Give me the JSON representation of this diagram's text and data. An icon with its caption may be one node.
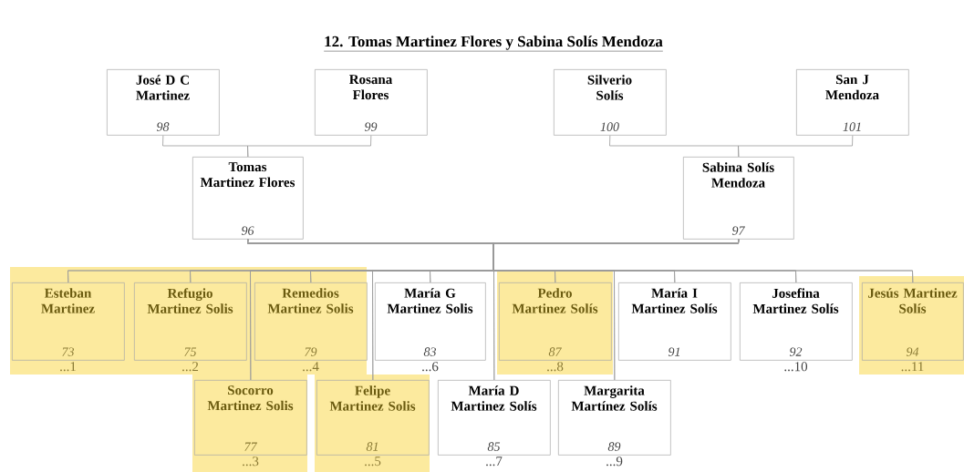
{
  "diagram": {
    "title": "12. Tomas Martinez Flores y Sabina Solís Mendoza",
    "nodes": [
      {
        "text": [
          "José D C Martinez",
          "98"
        ]
      },
      {
        "text": [
          "Rosana Flores",
          "99"
        ]
      },
      {
        "text": [
          "Silverio Solís",
          "100"
        ]
      },
      {
        "text": [
          "San J Mendoza",
          "101"
        ]
      },
      {
        "text": [
          "Tomas Martinez Flores",
          "96"
        ]
      },
      {
        "text": [
          "Sabina Solís Mendoza",
          "97"
        ]
      },
      {
        "text": [
          "Esteban Martinez",
          "73"
        ],
        "beside": [
          "...1"
        ]
      },
      {
        "text": [
          "Refugio Martinez Solis",
          "75"
        ],
        "beside": [
          "...2"
        ]
      },
      {
        "text": [
          "Remedios Martinez Solis",
          "79"
        ],
        "beside": [
          "...4"
        ]
      },
      {
        "text": [
          "María G Martinez Solis",
          "83"
        ],
        "beside": [
          "...6"
        ]
      },
      {
        "text": [
          "Pedro Martinez Solís",
          "87"
        ],
        "beside": [
          "...8"
        ]
      },
      {
        "text": [
          "María I Martinez Solís",
          "91"
        ]
      },
      {
        "text": [
          "Josefina Martinez Solís",
          "92"
        ],
        "beside": [
          "...10"
        ]
      },
      {
        "text": [
          "Jesús Martinez Solís",
          "94"
        ],
        "beside": [
          "...11"
        ]
      },
      {
        "text": [
          "Socorro Martinez Solis",
          "77"
        ],
        "beside": [
          "...3"
        ]
      },
      {
        "text": [
          "Felipe Martinez Solis",
          "81"
        ],
        "beside": [
          "...5"
        ]
      },
      {
        "text": [
          "María D Martinez Solís",
          "85"
        ],
        "beside": [
          "...7"
        ]
      },
      {
        "text": [
          "Margarita Martínez Solís",
          "89"
        ],
        "beside": [
          "...9"
        ]
      }
    ],
    "edges": [
      {
        "from": 0,
        "to": 4,
        "arrow": "none"
      },
      {
        "from": 1,
        "to": 4,
        "arrow": "none"
      },
      {
        "from": 2,
        "to": 5,
        "arrow": "none"
      },
      {
        "from": 3,
        "to": 5,
        "arrow": "none"
      },
      {
        "from": 4,
        "to": 6,
        "arrow": "none"
      },
      {
        "from": 5,
        "to": 6,
        "arrow": "none"
      },
      {
        "from": 4,
        "to": 7,
        "arrow": "none"
      },
      {
        "from": 5,
        "to": 7,
        "arrow": "none"
      },
      {
        "from": 4,
        "to": 8,
        "arrow": "none"
      },
      {
        "from": 5,
        "to": 8,
        "arrow": "none"
      },
      {
        "from": 4,
        "to": 9,
        "arrow": "none"
      },
      {
        "from": 5,
        "to": 9,
        "arrow": "none"
      },
      {
        "from": 4,
        "to": 10,
        "arrow": "none"
      },
      {
        "from": 5,
        "to": 10,
        "arrow": "none"
      },
      {
        "from": 4,
        "to": 11,
        "arrow": "none"
      },
      {
        "from": 5,
        "to": 11,
        "arrow": "none"
      },
      {
        "from": 4,
        "to": 12,
        "arrow": "none"
      },
      {
        "from": 5,
        "to": 12,
        "arrow": "none"
      },
      {
        "from": 4,
        "to": 13,
        "arrow": "none"
      },
      {
        "from": 5,
        "to": 13,
        "arrow": "none"
      },
      {
        "from": 4,
        "to": 14,
        "arrow": "none"
      },
      {
        "from": 5,
        "to": 14,
        "arrow": "none"
      },
      {
        "from": 4,
        "to": 15,
        "arrow": "none"
      },
      {
        "from": 5,
        "to": 15,
        "arrow": "none"
      },
      {
        "from": 4,
        "to": 16,
        "arrow": "none"
      },
      {
        "from": 5,
        "to": 16,
        "arrow": "none"
      },
      {
        "from": 4,
        "to": 17,
        "arrow": "none"
      },
      {
        "from": 5,
        "to": 17,
        "arrow": "none"
      }
    ]
  }
}
